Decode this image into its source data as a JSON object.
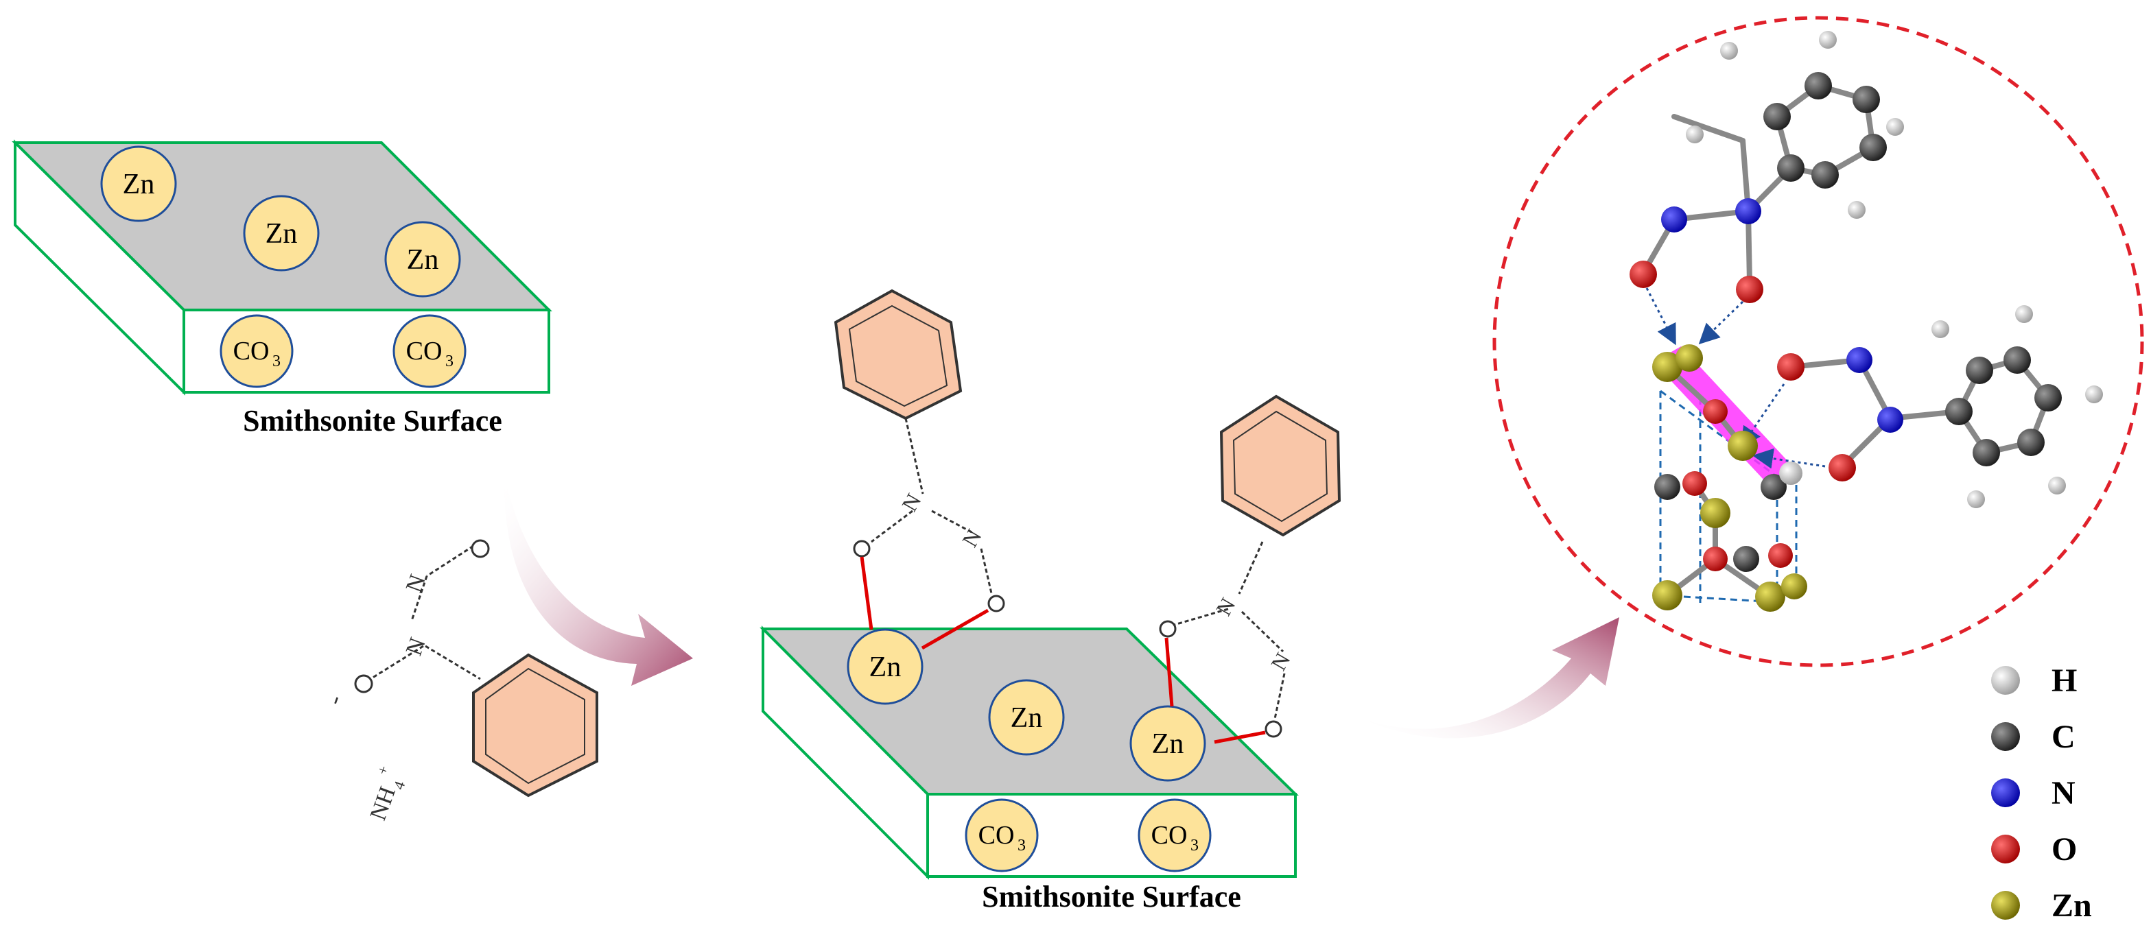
{
  "slab1": {
    "zn_labels": [
      "Zn",
      "Zn",
      "Zn"
    ],
    "co3_labels": [
      "CO",
      "CO"
    ],
    "co3_subscript": "3",
    "caption": "Smithsonite Surface"
  },
  "reagent": {
    "charge_minus": "-",
    "o_label": "o",
    "n_label": "N",
    "n2_label": "N",
    "o2_label": "o",
    "ammonium": "NH",
    "ammonium_sub": "4",
    "ammonium_plus": "+"
  },
  "slab2": {
    "zn_labels": [
      "Zn",
      "Zn",
      "Zn"
    ],
    "co3_labels": [
      "CO",
      "CO"
    ],
    "co3_subscript": "3",
    "caption": "Smithsonite Surface"
  },
  "adsorbates": {
    "left": {
      "o1": "o",
      "n1": "N",
      "n2": "N",
      "o2": "o"
    },
    "right": {
      "o1": "o",
      "n1": "N",
      "n2": "N",
      "o2": "o"
    }
  },
  "legend": {
    "items": [
      {
        "label": "H",
        "color": "#e6e6e6"
      },
      {
        "label": "C",
        "color": "#4d4d4d"
      },
      {
        "label": "N",
        "color": "#1414c8"
      },
      {
        "label": "O",
        "color": "#e00000"
      },
      {
        "label": "Zn",
        "color": "#a8a010"
      }
    ]
  },
  "colors": {
    "slab_top": "#c8c8c8",
    "slab_edge": "#00b050",
    "zn_fill": "#fde39a",
    "zn_stroke": "#1f4e9a",
    "ring_fill": "#f9c6a8",
    "bond_red": "#e00000",
    "arrow": "#b8657f",
    "circle_dash": "#e0202a",
    "highlight": "#ff33ff"
  }
}
